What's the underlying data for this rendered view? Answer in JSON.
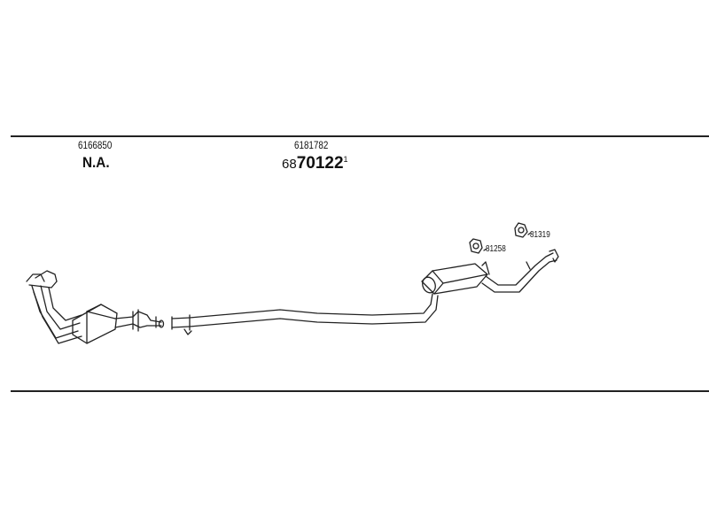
{
  "parts": {
    "col1_number": "6166850",
    "col1_status": "N.A.",
    "col2_number": "6181782",
    "col2_code_prefix": "68",
    "col2_code_main": "70122",
    "col2_code_suffix": "1",
    "bracket_a": "81258",
    "bracket_b": "81319"
  }
}
